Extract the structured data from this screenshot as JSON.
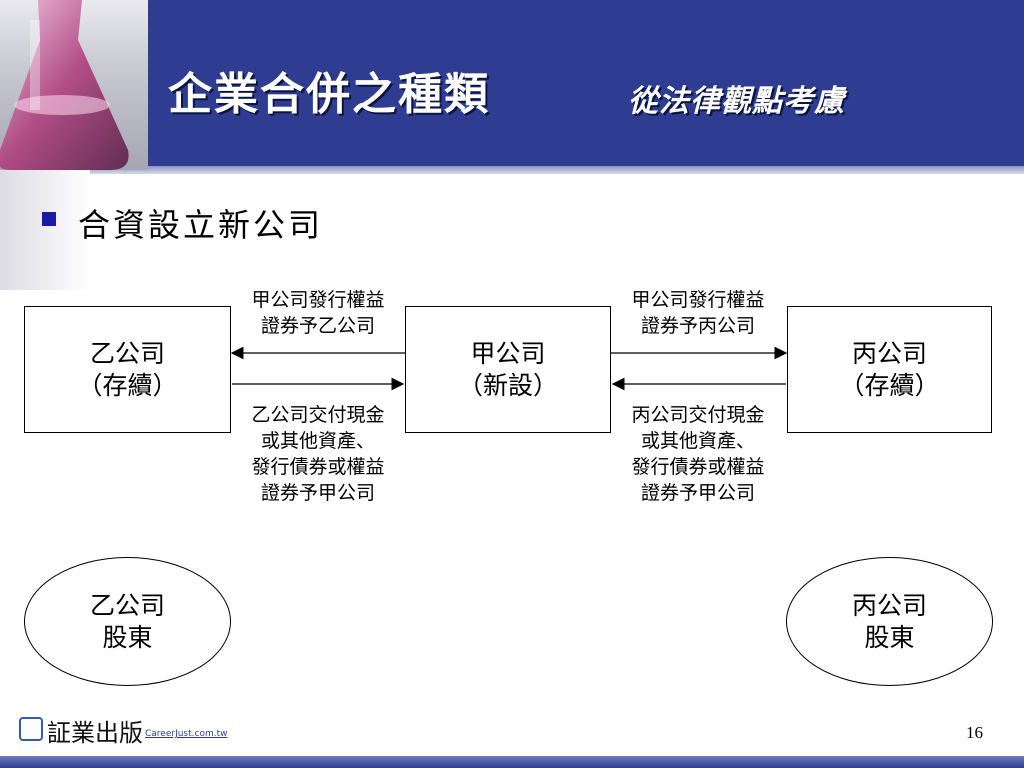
{
  "slide": {
    "title": "企業合併之種類",
    "subtitle": "從法律觀點考慮",
    "bullet": "合資設立新公司",
    "page_number": "16"
  },
  "diagram": {
    "company_b": {
      "line1": "乙公司",
      "line2": "（存續）"
    },
    "company_a": {
      "line1": "甲公司",
      "line2": "（新設）"
    },
    "company_c": {
      "line1": "丙公司",
      "line2": "（存續）"
    },
    "label_top_left": {
      "line1": "甲公司發行權益",
      "line2": "證券予乙公司"
    },
    "label_top_right": {
      "line1": "甲公司發行權益",
      "line2": "證券予丙公司"
    },
    "label_bottom_left": {
      "line1": "乙公司交付現金",
      "line2": "或其他資產、",
      "line3": "發行債券或權益",
      "line4": "證券予甲公司"
    },
    "label_bottom_right": {
      "line1": "丙公司交付現金",
      "line2": "或其他資產、",
      "line3": "發行債券或權益",
      "line4": "證券予甲公司"
    },
    "shareholders_b": {
      "line1": "乙公司",
      "line2": "股東"
    },
    "shareholders_c": {
      "line1": "丙公司",
      "line2": "股東"
    }
  },
  "footer": {
    "publisher": "証業出版",
    "url": "CareerJust.com.tw"
  },
  "colors": {
    "header": "#2e3d92",
    "bullet": "#1a1aa6"
  }
}
